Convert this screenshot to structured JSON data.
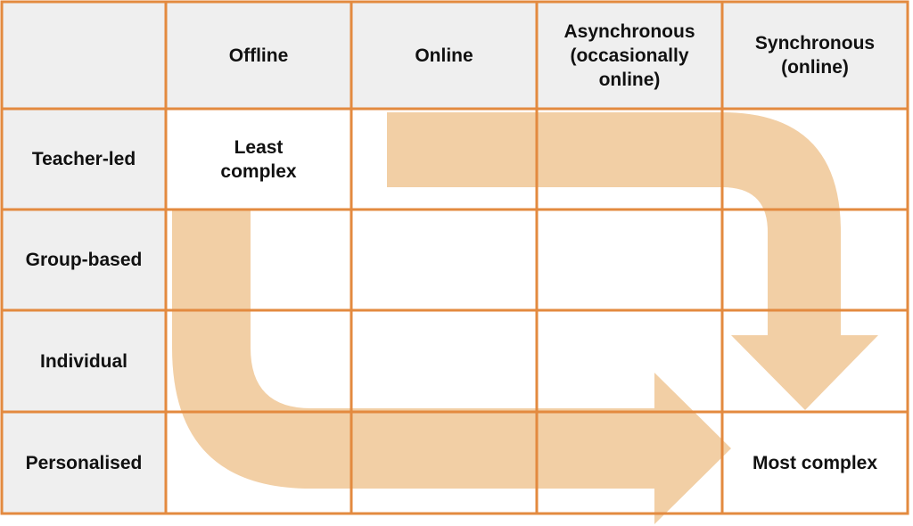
{
  "columns": [
    "Offline",
    "Online",
    "Asynchronous (occasionally online)",
    "Synchronous (online)"
  ],
  "rows": [
    "Teacher-led",
    "Group-based",
    "Individual",
    "Personalised"
  ],
  "annotations": {
    "least_complex": "Least complex",
    "most_complex": "Most complex"
  },
  "colors": {
    "grid_line": "#E38A3F",
    "header_fill": "#EFEFEF",
    "arrow_fill": "#F2CFA5",
    "cell_fill": "#FFFFFF"
  }
}
